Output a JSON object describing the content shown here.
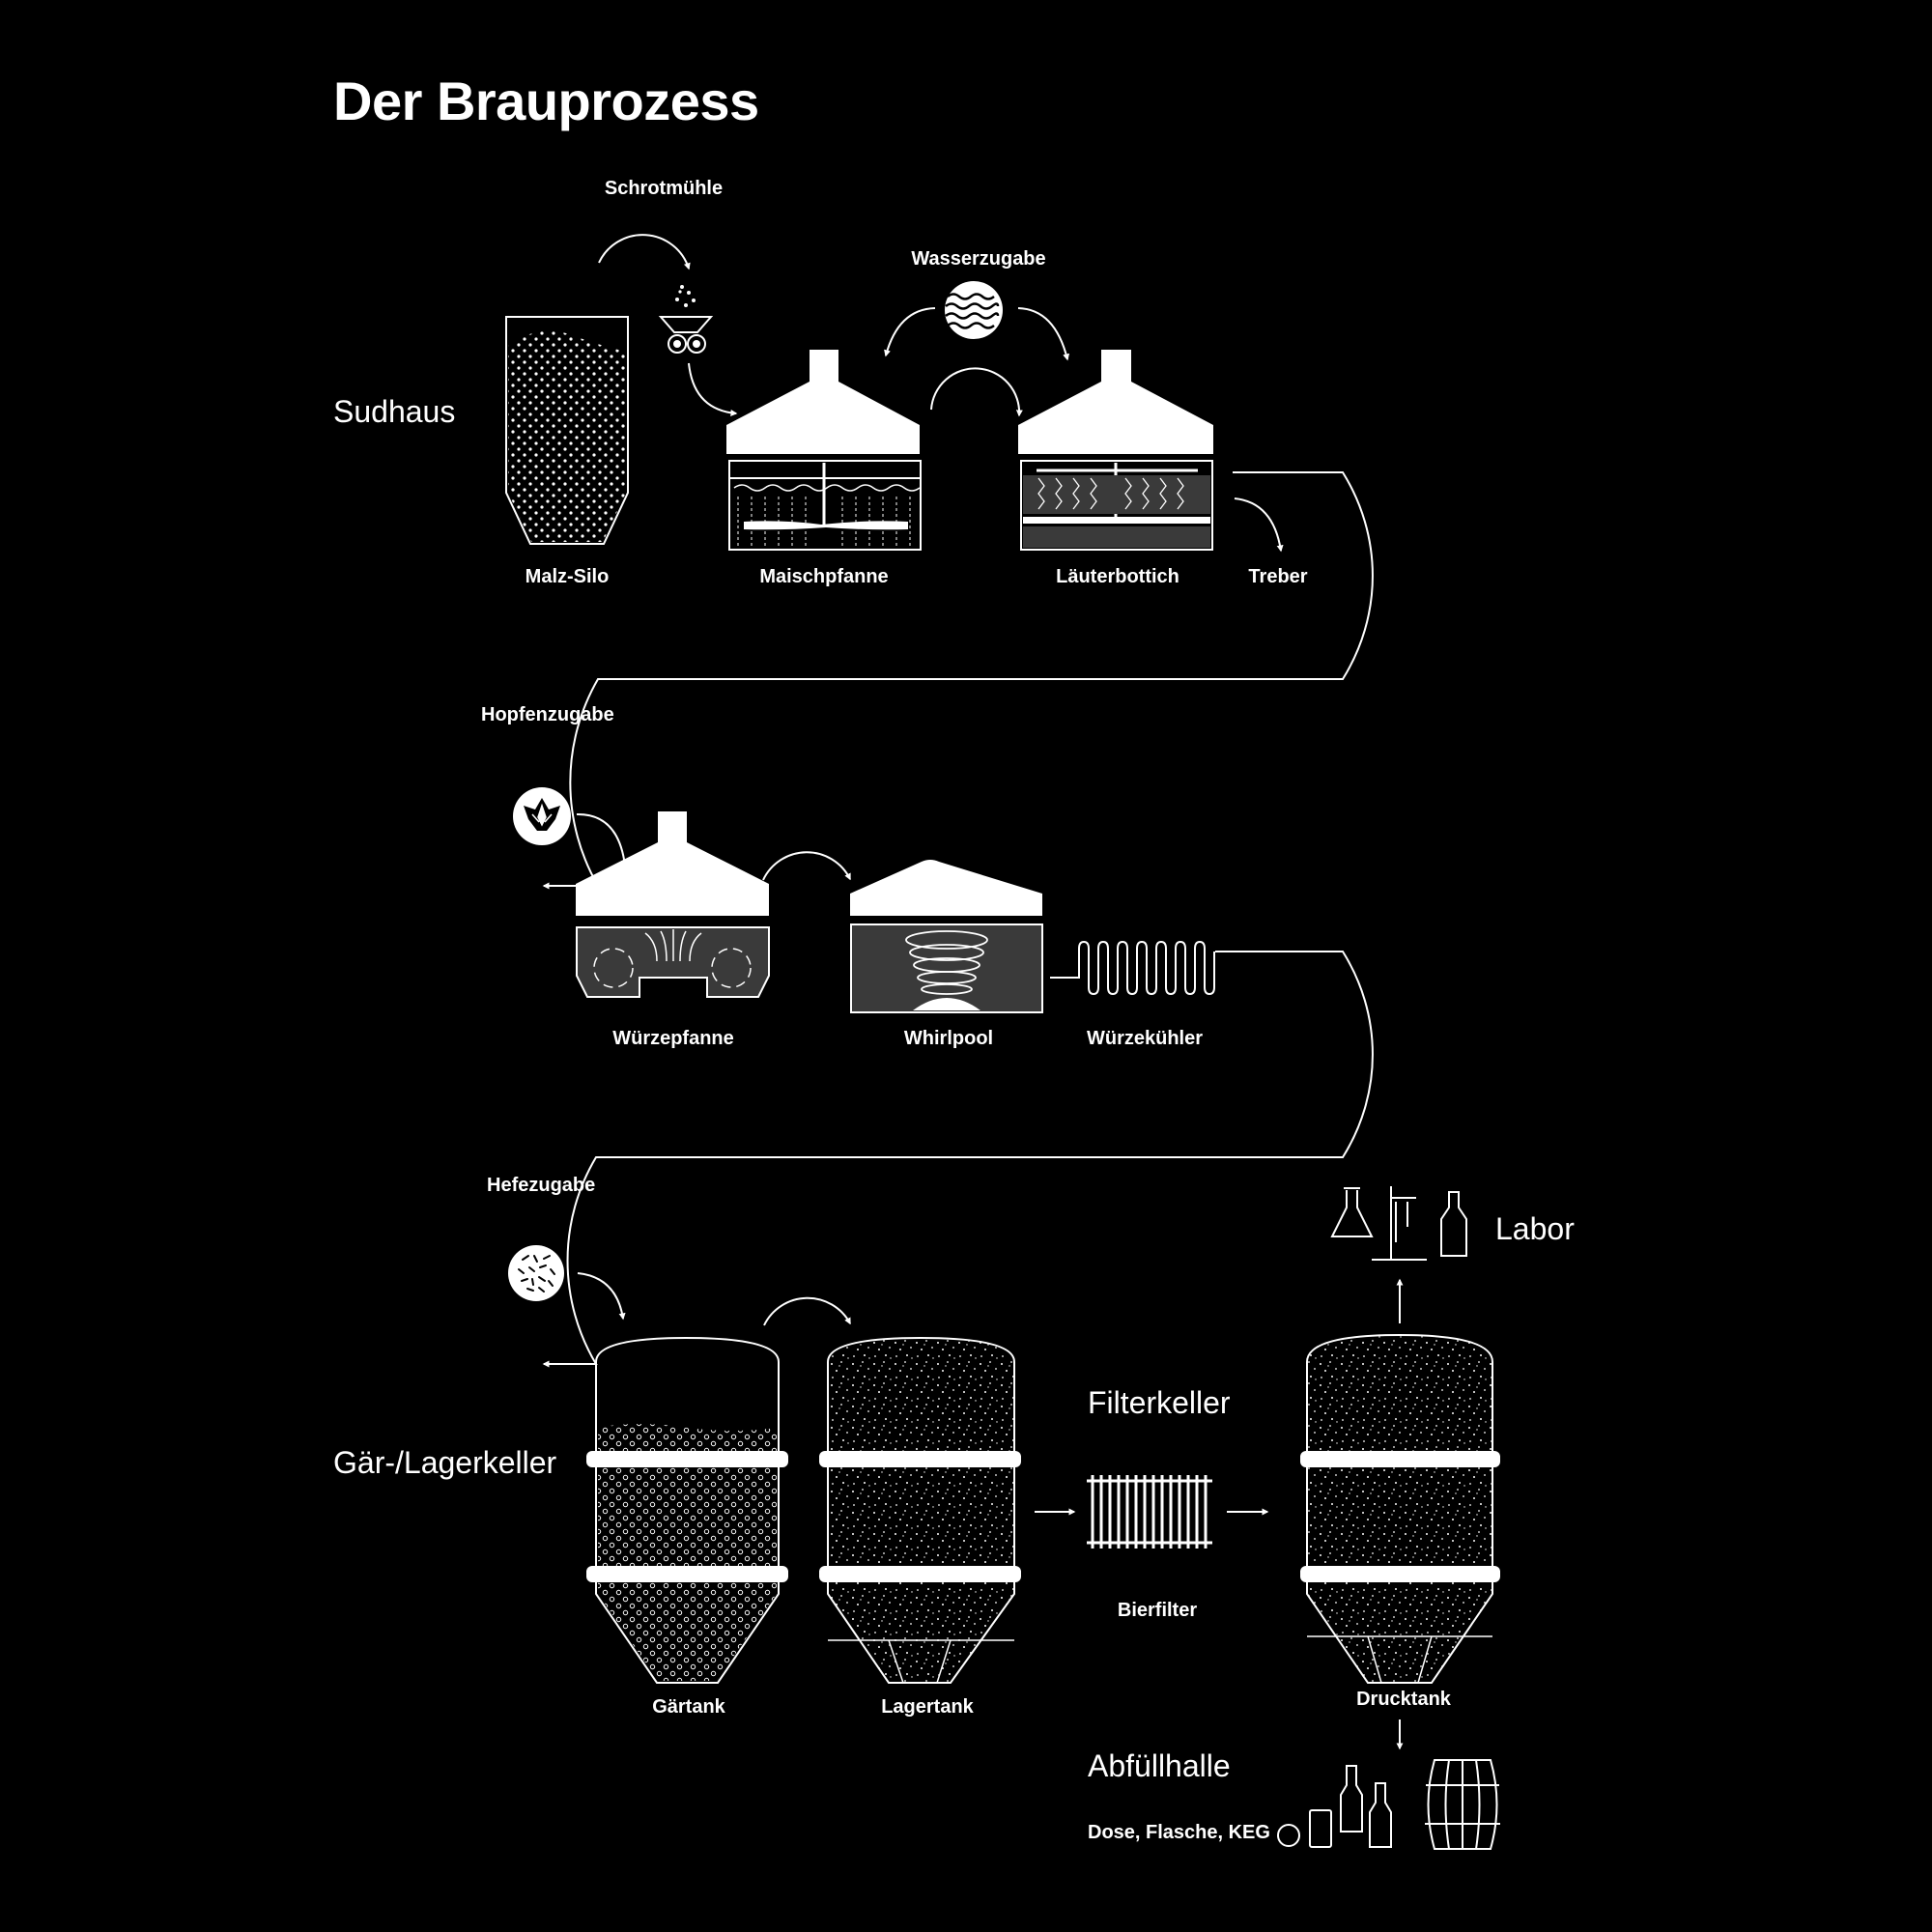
{
  "title": "Der Brauprozess",
  "sections": {
    "sudhaus": "Sudhaus",
    "gaer_lagerkeller": "Gär-/Lagerkeller",
    "filterkeller": "Filterkeller",
    "labor": "Labor",
    "abfuellhalle": "Abfüllhalle"
  },
  "labels": {
    "schrotmuehle": "Schrotmühle",
    "wasserzugabe": "Wasserzugabe",
    "malz_silo": "Malz-Silo",
    "maischpfanne": "Maischpfanne",
    "laeuterbottich": "Läuterbottich",
    "treber": "Treber",
    "hopfenzugabe": "Hopfenzugabe",
    "wuerzepfanne": "Würzepfanne",
    "whirlpool": "Whirlpool",
    "wuerzekuehler": "Würzekühler",
    "hefezugabe": "Hefezugabe",
    "gaertank": "Gärtank",
    "lagertank": "Lagertank",
    "bierfilter": "Bierfilter",
    "drucktank": "Drucktank",
    "abfuell_formate": "Dose, Flasche, KEG"
  },
  "colors": {
    "background": "#000000",
    "foreground": "#ffffff",
    "tank_fill": "#2a2a2a"
  }
}
